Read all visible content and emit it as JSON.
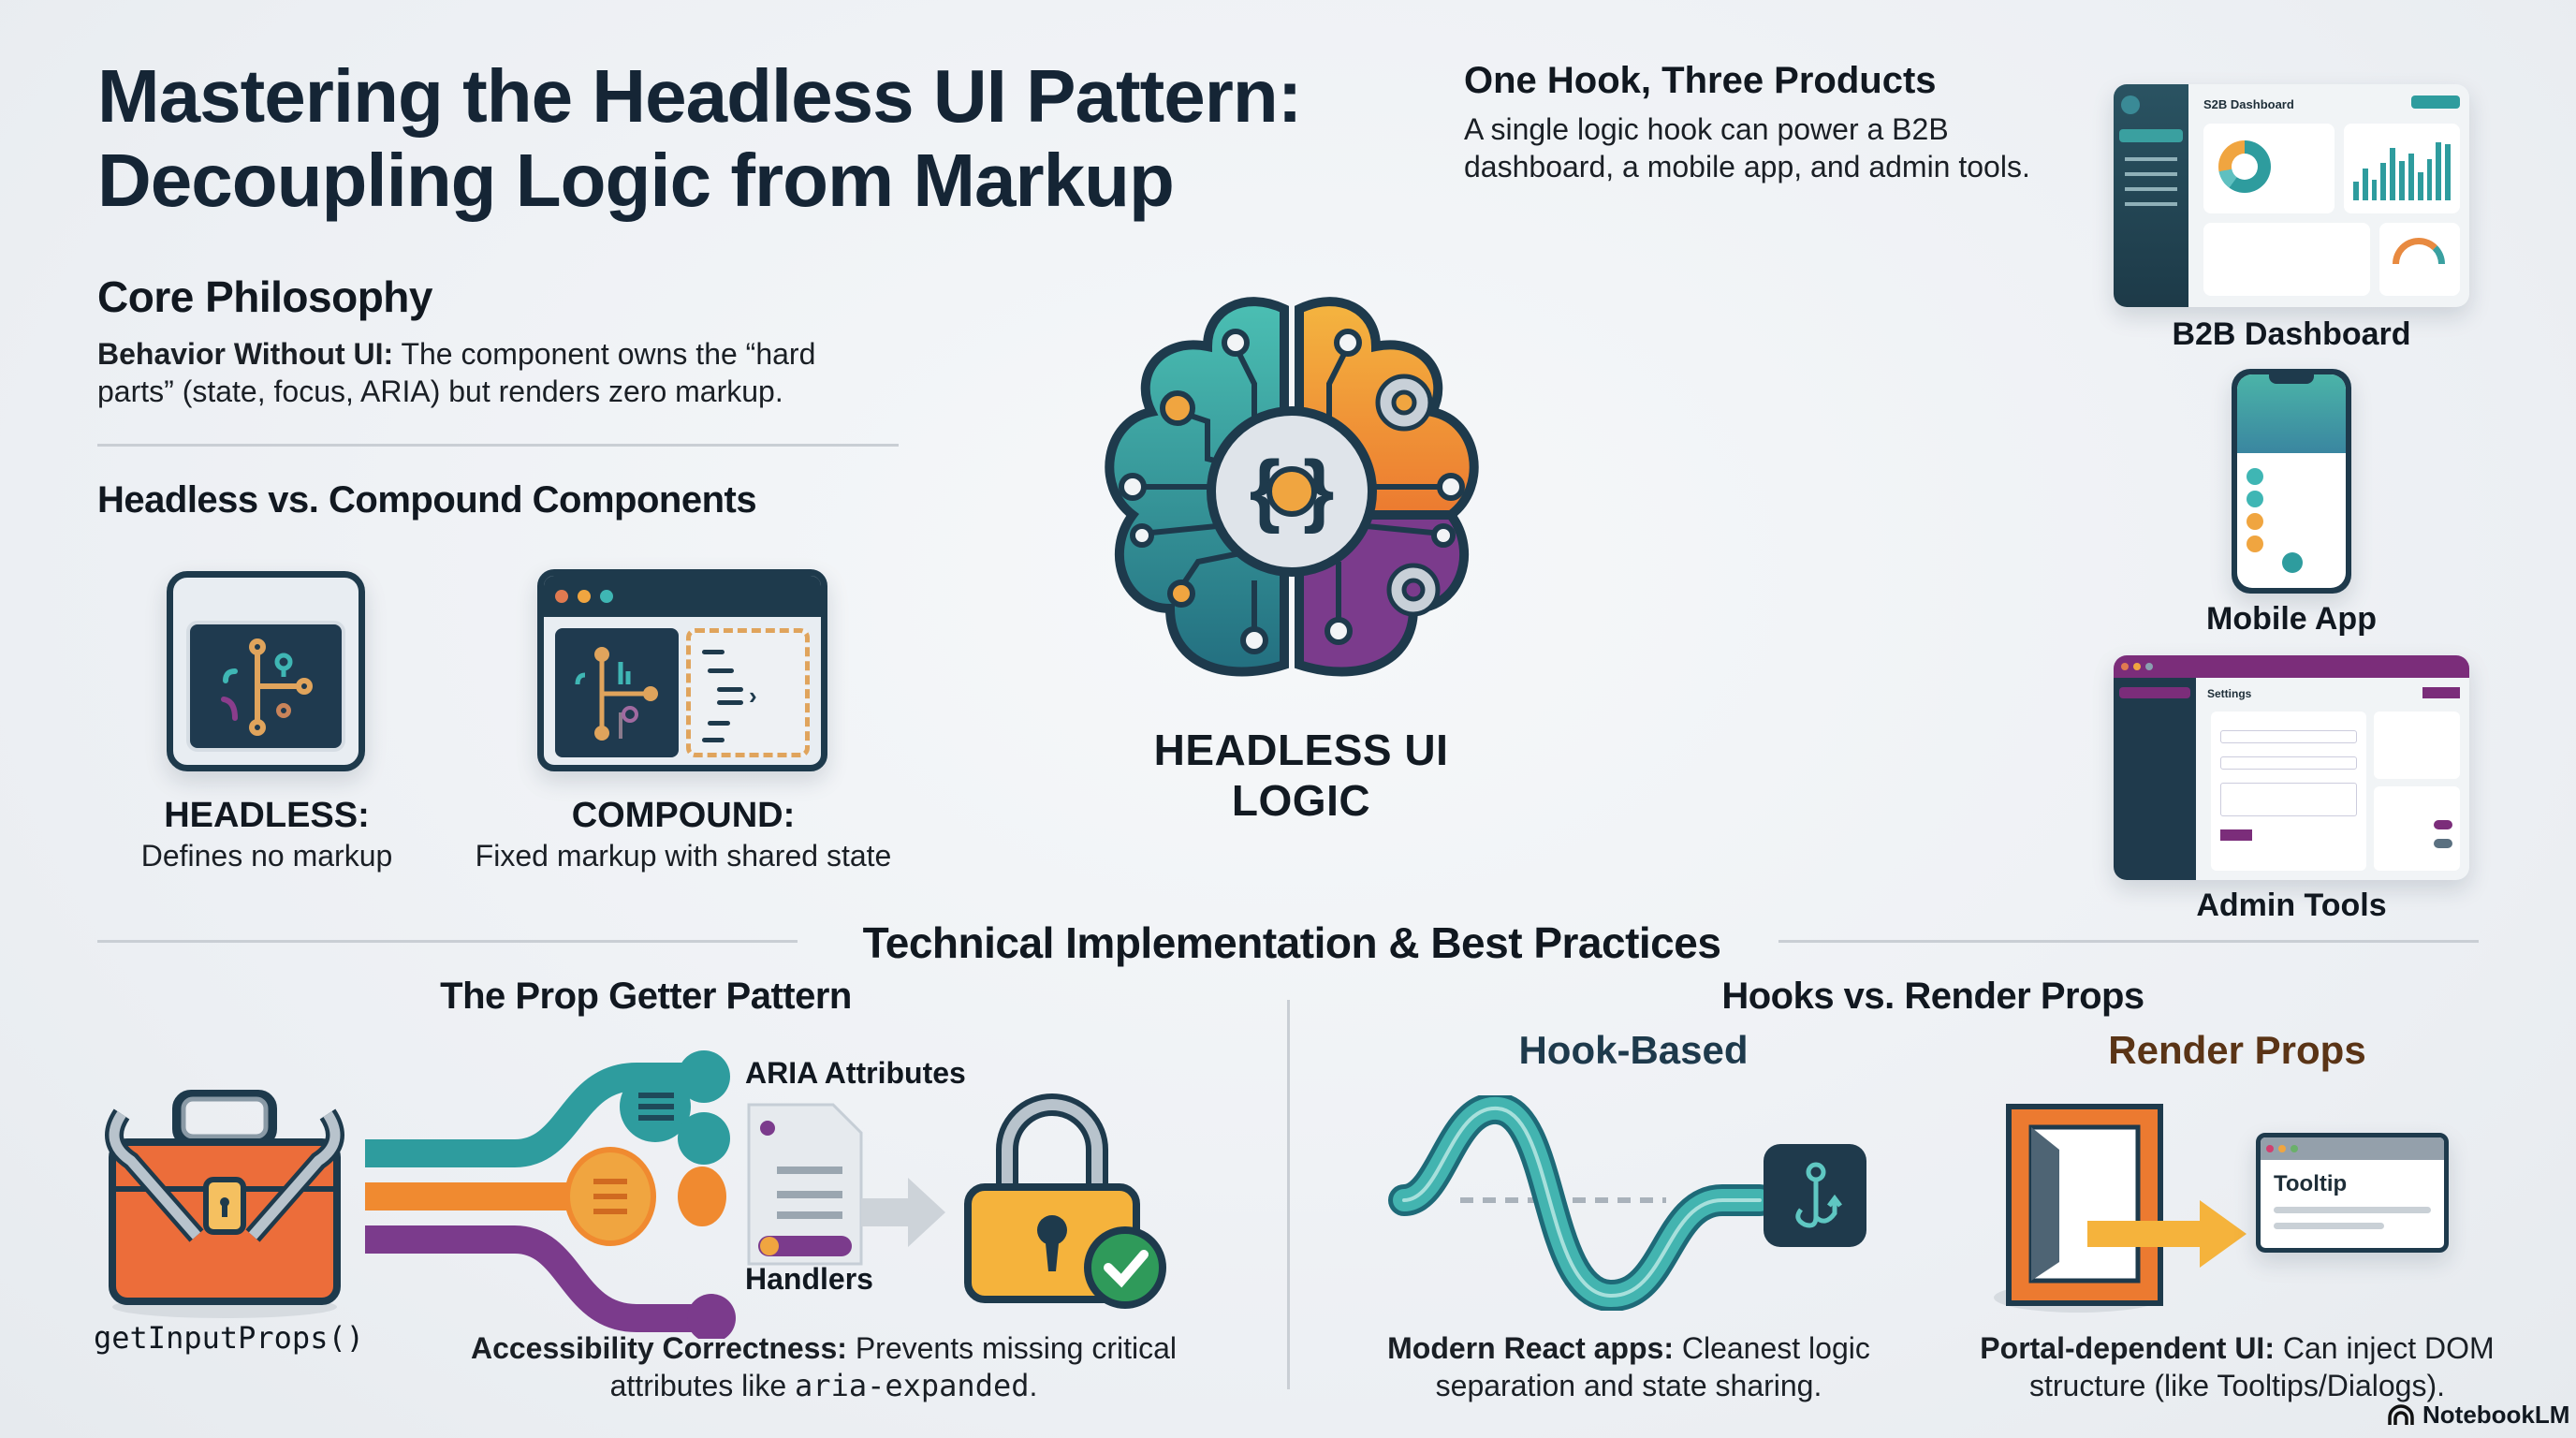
{
  "header": {
    "title_line1": "Mastering the Headless UI Pattern:",
    "title_line2": "Decoupling Logic from Markup"
  },
  "core_philosophy": {
    "heading": "Core Philosophy",
    "term": "Behavior Without UI:",
    "text": " The component owns the “hard parts” (state, focus, ARIA) but renders zero markup."
  },
  "comparison": {
    "heading": "Headless vs. Compound Components",
    "headless": {
      "label": "HEADLESS:",
      "desc": "Defines no markup",
      "icon": "circuit-node-icon"
    },
    "compound": {
      "label": "COMPOUND:",
      "desc": "Fixed markup with shared state",
      "icon": "browser-window-icon"
    }
  },
  "center": {
    "label": "HEADLESS UI LOGIC",
    "icon": "brain-circuit-icon",
    "colors": {
      "teal": "#2e9c9e",
      "orange": "#f0a540",
      "purple": "#7b3b8c",
      "outline": "#1e3a4c"
    }
  },
  "products": {
    "heading": "One Hook, Three Products",
    "desc": "A single logic hook can power a B2B dashboard, a mobile app, and admin tools.",
    "items": [
      {
        "label": "B2B Dashboard",
        "screen_title": "S2B Dashboard"
      },
      {
        "label": "Mobile App"
      },
      {
        "label": "Admin Tools",
        "screen_title": "Settings"
      }
    ]
  },
  "technical": {
    "heading": "Technical Implementation & Best Practices",
    "prop_getter": {
      "heading": "The Prop Getter Pattern",
      "function_name": "getInputProps()",
      "branch_labels": [
        "ARIA Attributes",
        "Handlers"
      ],
      "term": "Accessibility Correctness:",
      "text_before": " Prevents missing critical attributes like ",
      "code": "aria-expanded",
      "text_after": "."
    },
    "hooks_vs_render": {
      "heading": "Hooks vs. Render Props",
      "hook": {
        "label": "Hook-Based",
        "color": "#1e3a4c",
        "term": "Modern React apps:",
        "text": " Cleanest logic separation and state sharing."
      },
      "render": {
        "label": "Render Props",
        "color": "#5a3416",
        "tooltip_title": "Tooltip",
        "term": "Portal-dependent UI:",
        "text": " Can inject DOM structure (like Tooltips/Dialogs)."
      }
    }
  },
  "footer": {
    "brand": "NotebookLM"
  }
}
